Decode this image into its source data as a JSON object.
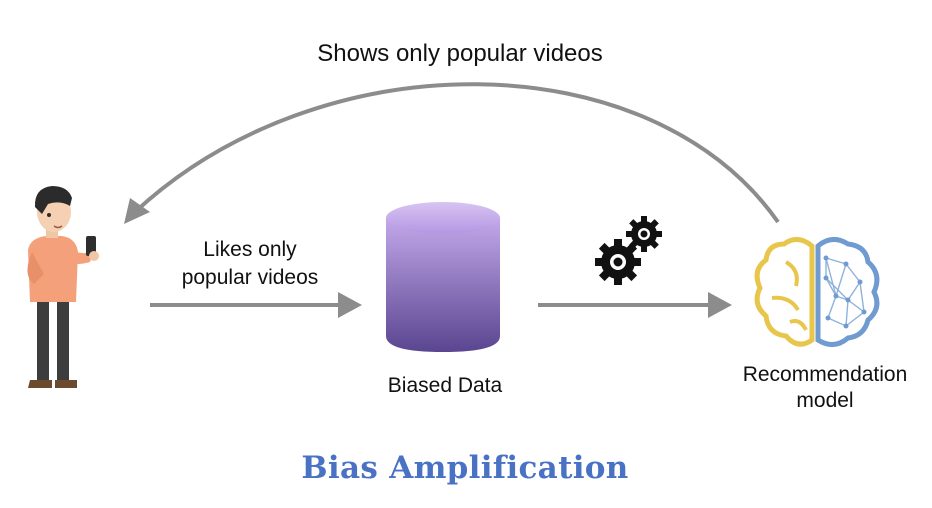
{
  "diagram": {
    "title": "Bias Amplification",
    "feedback_label": "Shows only popular videos",
    "likes_label_line1": "Likes only",
    "likes_label_line2": "popular videos",
    "data_label": "Biased Data",
    "model_label_line1": "Recommendation",
    "model_label_line2": "model"
  },
  "colors": {
    "arrow": "#8c8c8c",
    "title": "#4a72c4",
    "cylinder_top": "#b79ae0",
    "cylinder_bottom": "#5f4a97",
    "brain_left": "#e8c64c",
    "brain_right": "#6f9bd1",
    "person_shirt": "#f4a07b",
    "person_pants": "#3d3d3d"
  },
  "icons": {
    "user": "person-with-phone-icon",
    "database": "database-cylinder-icon",
    "process": "gears-icon",
    "model": "brain-icon"
  }
}
